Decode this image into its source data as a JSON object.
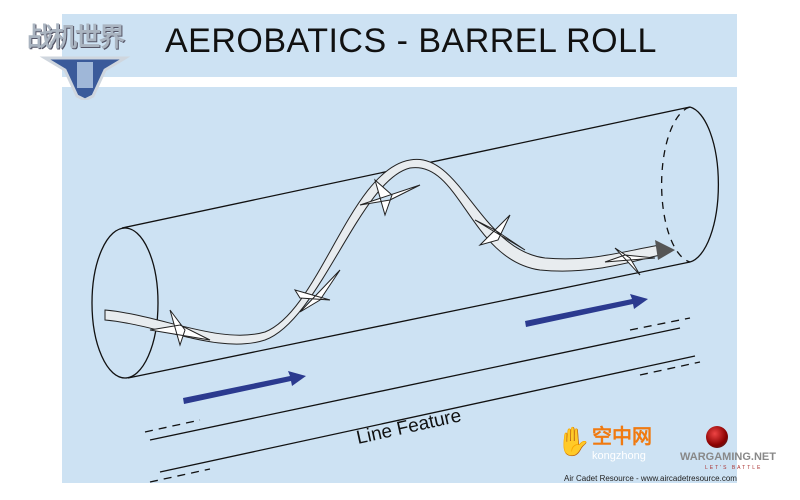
{
  "header": {
    "title": "AEROBATICS - BARREL ROLL",
    "logo_text": "战机世界"
  },
  "diagram": {
    "runway_label": "Line Feature"
  },
  "footer": {
    "credit": "Air Cadet Resource - www.aircadetresource.com",
    "kongzhong_cn": "空中网",
    "kongzhong_en": "kongzhong",
    "wargaming": "WARGAMING.NET",
    "wargaming_tag": "LET'S BATTLE"
  },
  "colors": {
    "panel": "#cde2f3",
    "arrow": "#2b3a8f"
  }
}
